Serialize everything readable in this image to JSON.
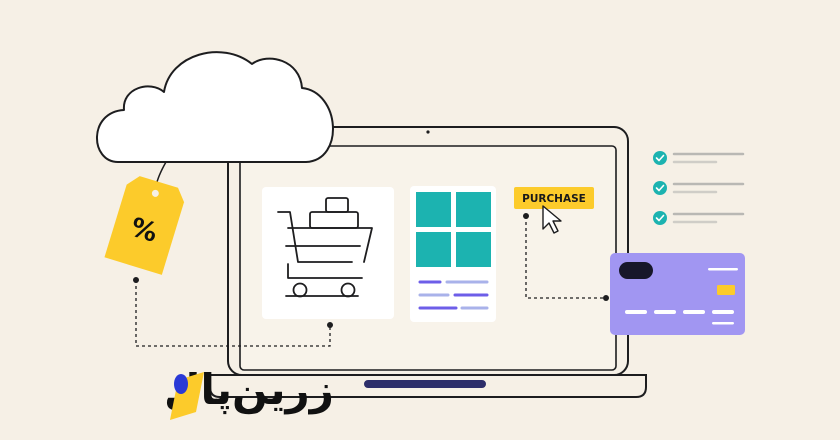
{
  "promo": {
    "discount_tag": "%",
    "purchase_button": "PURCHASE"
  },
  "brand": {
    "name": "زرین‌پال"
  },
  "checklist": {
    "items_checked": 3,
    "total_items": 3
  },
  "colors": {
    "background": "#f6f0e6",
    "accent_yellow": "#fccb2b",
    "tile_teal": "#1cb3b0",
    "card_purple": "#a196f2",
    "check_teal": "#1cb3b0",
    "skeleton_purple": "#6d5ee8",
    "brand_blue": "#2a39d6",
    "outline": "#1d1d1f"
  },
  "icons": {
    "cloud": "cloud-icon",
    "tag": "price-tag-icon",
    "cart": "shopping-cart-icon",
    "cursor": "mouse-pointer-icon",
    "card": "credit-card-icon",
    "check": "check-circle-icon",
    "brand_mark": "zarinpal-logo-icon"
  }
}
